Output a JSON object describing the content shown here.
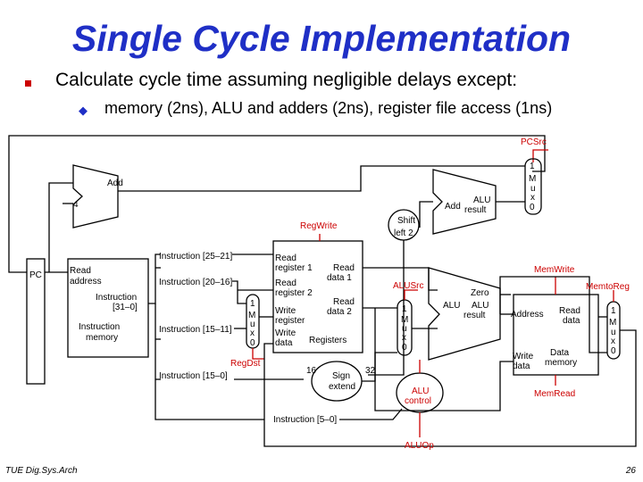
{
  "title": "Single Cycle Implementation",
  "bullet_main": "Calculate cycle time assuming negligible delays except:",
  "bullet_sub": "memory (2ns), ALU and adders (2ns), register file access (1ns)",
  "diagram": {
    "pcsrc": "PCSrc",
    "mux_top": [
      "1",
      "M",
      "u",
      "x",
      "0"
    ],
    "add_left": "Add",
    "four": "4",
    "add_right": "Add",
    "alu_result_top": [
      "ALU",
      "result"
    ],
    "shift": [
      "Shift",
      "left 2"
    ],
    "regwrite": "RegWrite",
    "instr_25_21": "Instruction [25–21]",
    "instr_20_16": "Instruction [20–16]",
    "instr_15_11": "Instruction [15–11]",
    "instr_15_0": "Instruction [15–0]",
    "instr_5_0": "Instruction [5–0]",
    "pc": "PC",
    "read_address": [
      "Read",
      "address"
    ],
    "instruction_31_0": [
      "Instruction",
      "[31–0]"
    ],
    "instruction_memory": [
      "Instruction",
      "memory"
    ],
    "mux_regdst": [
      "1",
      "M",
      "u",
      "x",
      "0"
    ],
    "regdst": "RegDst",
    "read_register_1": [
      "Read",
      "register 1"
    ],
    "read_register_2": [
      "Read",
      "register 2"
    ],
    "read_data_1": [
      "Read",
      "data 1"
    ],
    "read_data_2": [
      "Read",
      "data 2"
    ],
    "write_register": [
      "Write",
      "register"
    ],
    "write_data_reg": [
      "Write",
      "data"
    ],
    "registers": "Registers",
    "sixteen": "16",
    "thirtytwo": "32",
    "sign_extend": [
      "Sign",
      "extend"
    ],
    "alusrc": "ALUSrc",
    "mux_alusrc": [
      "1",
      "M",
      "u",
      "x",
      "0"
    ],
    "zero": "Zero",
    "alu": "ALU",
    "alu_result": [
      "ALU",
      "result"
    ],
    "alu_control": [
      "ALU",
      "control"
    ],
    "aluop": "ALUOp",
    "memwrite": "MemWrite",
    "memtoreg": "MemtoReg",
    "address": "Address",
    "read_data_mem": [
      "Read",
      "data"
    ],
    "write_data_mem": [
      "Write",
      "data"
    ],
    "data_memory": [
      "Data",
      "memory"
    ],
    "mux_memtoreg": [
      "1",
      "M",
      "u",
      "x",
      "0"
    ],
    "memread": "MemRead"
  },
  "footer_left": "TUE Dig.Sys.Arch",
  "footer_right": "26",
  "colors": {
    "title": "#1f2fc6",
    "control": "#cc0000"
  }
}
